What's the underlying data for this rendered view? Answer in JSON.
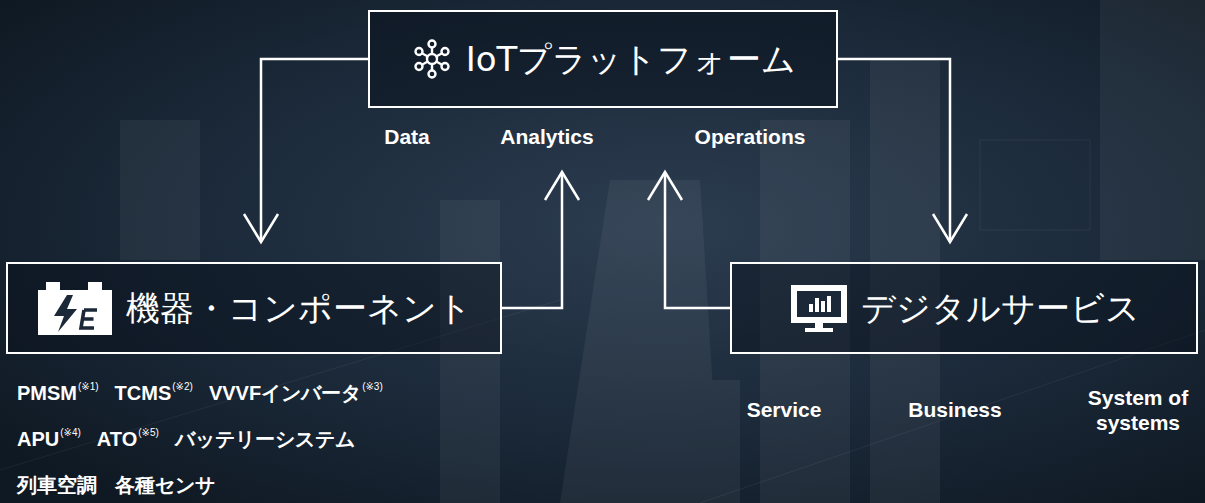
{
  "diagram": {
    "nodes": [
      {
        "text": [
          "IoTプラットフォーム"
        ]
      },
      {
        "text": [
          "機器・コンポーネント"
        ]
      },
      {
        "text": [
          "デジタルサービス"
        ]
      }
    ],
    "edges": [
      {
        "from": 0,
        "to": 1,
        "arrow": "to"
      },
      {
        "from": 1,
        "to": 0,
        "arrow": "to"
      },
      {
        "from": 2,
        "to": 0,
        "arrow": "to"
      },
      {
        "from": 0,
        "to": 2,
        "arrow": "to"
      }
    ],
    "labels": [
      "Data",
      "Analytics",
      "Operations",
      "PMSM",
      "(※1)",
      "TCMS",
      "(※2)",
      "VVVFインバータ",
      "(※3)",
      "APU",
      "(※4)",
      "ATO",
      "(※5)",
      "バッテリーシステム",
      "列車空調",
      "各種センサ",
      "Service",
      "Business",
      "System of systems"
    ]
  }
}
